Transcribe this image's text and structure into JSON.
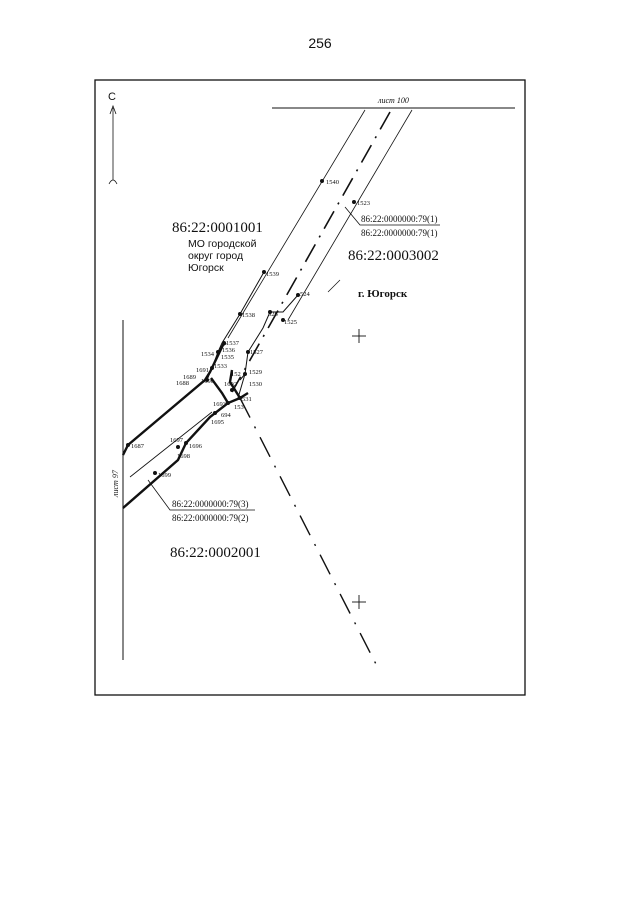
{
  "page_number": "256",
  "north_label": "С",
  "sheet_labels": {
    "top": "лист 100",
    "left": "лист 97"
  },
  "parcels": {
    "upper_left": "86:22:0001001",
    "right": "86:22:0003002",
    "lower_left": "86:22:0002001"
  },
  "municipality": {
    "line1": "МО городской",
    "line2": "округ город",
    "line3": "Югорск"
  },
  "city": "г. Югорск",
  "callouts": {
    "upper_num": "86:22:0000000:79(1)",
    "upper_den": "86:22:0000000:79(1)",
    "lower_num": "86:22:0000000:79(3)",
    "lower_den": "86:22:0000000:79(2)"
  },
  "points": {
    "p1540": "1540",
    "p1523": "1523",
    "p1539": "1539",
    "p1524": "524",
    "p1538": "1538",
    "p1526": "526",
    "p1525": "1525",
    "p1537": "1537",
    "p1536": "1536",
    "p1534": "1534",
    "p1535": "1535",
    "p1527": "1527",
    "p1533": "1533",
    "p1691": "1691",
    "p1528": "152",
    "p1529": "1529",
    "p1689": "1689",
    "p1690": "1690",
    "p1688": "1688",
    "p1692": "1692",
    "p1530": "1530",
    "p1531": "531",
    "p1693": "1693",
    "p1532": "153",
    "p1694": "694",
    "p1695": "1695",
    "p1697": "1697",
    "p1696": "1696",
    "p1698": "1698",
    "p1687": "1687",
    "p1699": "1699"
  }
}
